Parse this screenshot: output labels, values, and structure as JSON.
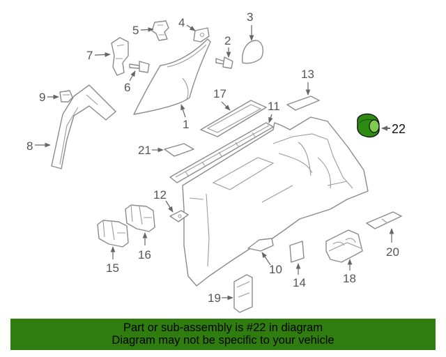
{
  "callouts": {
    "c1": "1",
    "c2": "2",
    "c3": "3",
    "c4": "4",
    "c5": "5",
    "c6": "6",
    "c7": "7",
    "c8": "8",
    "c9": "9",
    "c10": "10",
    "c11": "11",
    "c12": "12",
    "c13": "13",
    "c14": "14",
    "c15": "15",
    "c16": "16",
    "c17": "17",
    "c18": "18",
    "c19": "19",
    "c20": "20",
    "c21": "21",
    "c22": "22"
  },
  "highlighted_part": "22",
  "colors": {
    "banner": "#2f7d0e",
    "highlight_part": "#2e8b12",
    "line": "#8a8a8a"
  },
  "banner": {
    "line1": "Part or sub-assembly is #22 in diagram",
    "line2": "Diagram may not be specific to your vehicle"
  }
}
